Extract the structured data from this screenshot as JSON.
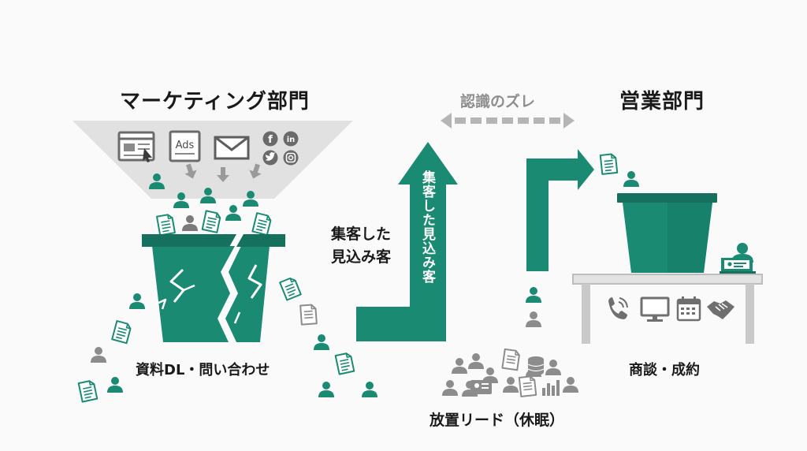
{
  "marketing": {
    "title": "マーケティング部門",
    "channel_icons": [
      "webpage-icon",
      "ads-icon",
      "email-icon",
      "facebook-icon",
      "linkedin-icon",
      "twitter-icon",
      "instagram-icon"
    ],
    "ads_text": "Ads",
    "social": {
      "facebook": "f",
      "linkedin": "in"
    },
    "bucket_caption": "資料DL・問い合わせ"
  },
  "middle": {
    "gap_label": "認識のズレ",
    "captured_label": "集客した\n見込み客",
    "arrow_label": "集客した見込み客",
    "dormant_caption": "放置リード（休眠）"
  },
  "sales": {
    "title": "営業部門",
    "caption": "商談・成約",
    "desk_icons": [
      "phone-icon",
      "monitor-icon",
      "calendar-icon",
      "handshake-icon"
    ]
  },
  "colors": {
    "accent": "#1a8a73",
    "accent_dark": "#15705e",
    "gray": "#8c8c8c",
    "funnel": "#dedede",
    "arrow_gray": "#b5b5b5"
  }
}
